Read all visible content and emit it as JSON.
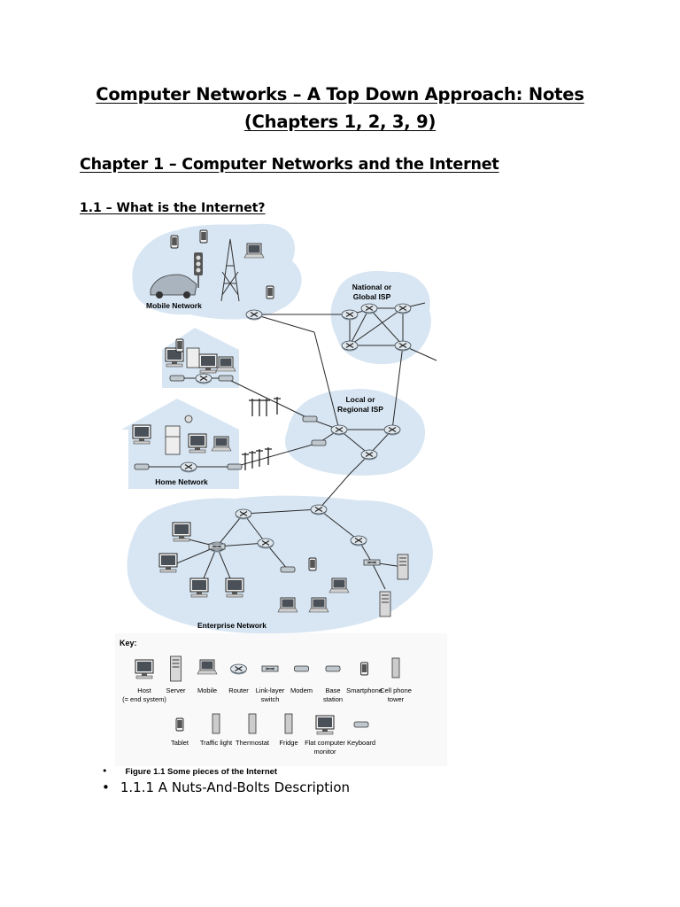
{
  "document": {
    "title_line1": "Computer Networks – A Top Down Approach: Notes",
    "title_line2": "(Chapters 1, 2, 3, 9)",
    "chapter_heading": "Chapter 1 – Computer Networks and the Internet",
    "section_heading": "1.1 – What is the Internet?",
    "figure_caption": "Figure 1.1 Some pieces of the Internet",
    "subsection": "1.1.1 A Nuts-And-Bolts Description",
    "bullet_glyph": "•"
  },
  "figure": {
    "labels": {
      "mobile_network": "Mobile Network",
      "national_isp_1": "National or",
      "national_isp_2": "Global ISP",
      "local_isp_1": "Local or",
      "local_isp_2": "Regional ISP",
      "home_network": "Home Network",
      "enterprise_network": "Enterprise Network",
      "key": "Key:"
    },
    "key_row1": [
      {
        "label": "Host",
        "sub": "(= end system)",
        "icon": "host-icon"
      },
      {
        "label": "Server",
        "sub": "",
        "icon": "server-icon"
      },
      {
        "label": "Mobile",
        "sub": "",
        "icon": "mobile-icon"
      },
      {
        "label": "Router",
        "sub": "",
        "icon": "router-icon"
      },
      {
        "label": "Link-layer",
        "sub": "switch",
        "icon": "switch-icon"
      },
      {
        "label": "Modem",
        "sub": "",
        "icon": "modem-icon"
      },
      {
        "label": "Base",
        "sub": "station",
        "icon": "base-station-icon"
      },
      {
        "label": "Smartphone",
        "sub": "",
        "icon": "smartphone-icon"
      },
      {
        "label": "Cell phone",
        "sub": "tower",
        "icon": "cell-tower-icon"
      }
    ],
    "key_row2": [
      {
        "label": "Tablet",
        "sub": "",
        "icon": "tablet-icon"
      },
      {
        "label": "Traffic light",
        "sub": "",
        "icon": "traffic-light-icon"
      },
      {
        "label": "Thermostat",
        "sub": "",
        "icon": "thermostat-icon"
      },
      {
        "label": "Fridge",
        "sub": "",
        "icon": "fridge-icon"
      },
      {
        "label": "Flat computer",
        "sub": "monitor",
        "icon": "monitor-icon"
      },
      {
        "label": "Keyboard",
        "sub": "",
        "icon": "keyboard-icon"
      }
    ]
  }
}
